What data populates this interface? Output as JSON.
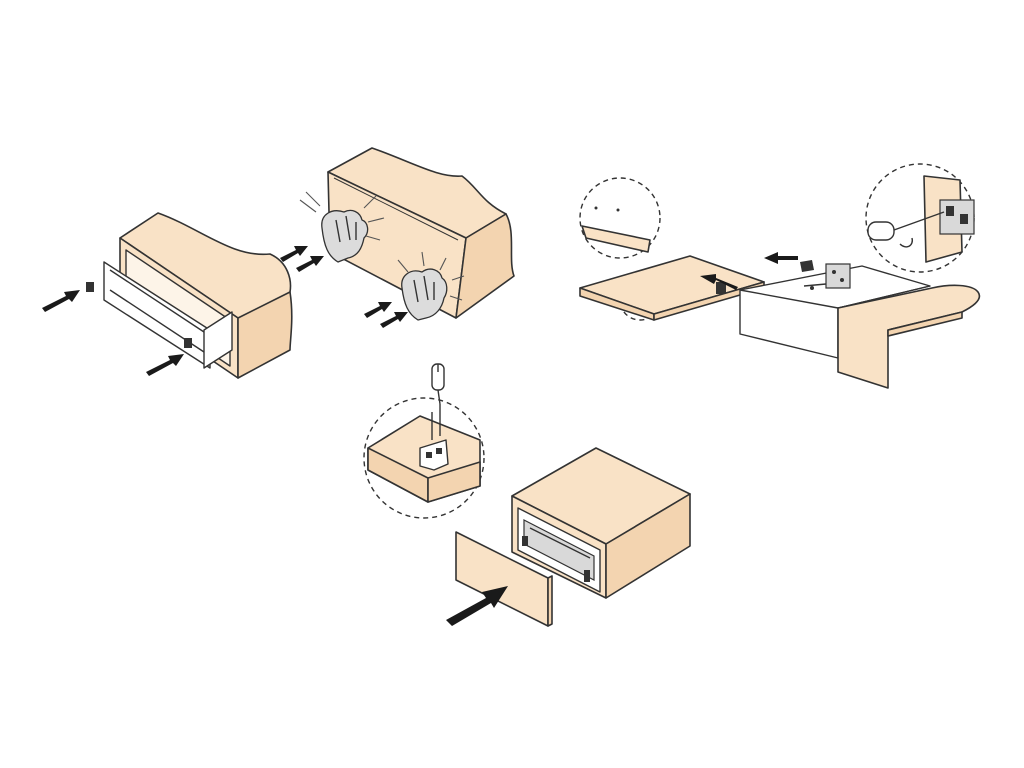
{
  "diagram": {
    "steps": [
      {
        "id": "step-1",
        "icon": "slide-rails-into-cabinet"
      },
      {
        "id": "step-2",
        "icon": "press-adhesive-by-hand"
      },
      {
        "id": "step-3",
        "icon": "mount-bracket-on-drawer-side"
      },
      {
        "id": "step-4",
        "icon": "screw-bracket-to-front"
      },
      {
        "id": "step-5",
        "icon": "attach-front-panel"
      }
    ],
    "colors": {
      "wood": "#f9e2c6",
      "outline": "#333333",
      "arrow": "#1a1a1a",
      "glove": "#dcdcdc"
    }
  }
}
